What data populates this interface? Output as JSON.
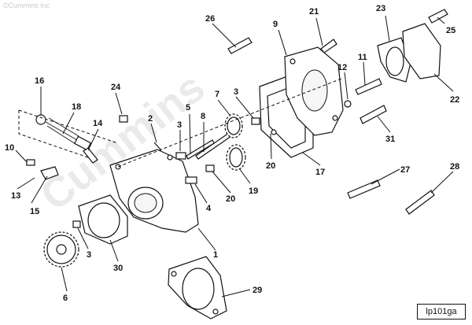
{
  "watermark": {
    "copyright": "©Cummins Inc",
    "brand": "Cummins"
  },
  "figure_id": "lp101ga",
  "callouts": [
    {
      "id": "c1",
      "label": "1"
    },
    {
      "id": "c2",
      "label": "2"
    },
    {
      "id": "c3a",
      "label": "3"
    },
    {
      "id": "c3b",
      "label": "3"
    },
    {
      "id": "c3c",
      "label": "3"
    },
    {
      "id": "c4",
      "label": "4"
    },
    {
      "id": "c5",
      "label": "5"
    },
    {
      "id": "c6",
      "label": "6"
    },
    {
      "id": "c7",
      "label": "7"
    },
    {
      "id": "c8",
      "label": "8"
    },
    {
      "id": "c9",
      "label": "9"
    },
    {
      "id": "c10",
      "label": "10"
    },
    {
      "id": "c11",
      "label": "11"
    },
    {
      "id": "c12",
      "label": "12"
    },
    {
      "id": "c13",
      "label": "13"
    },
    {
      "id": "c14",
      "label": "14"
    },
    {
      "id": "c15",
      "label": "15"
    },
    {
      "id": "c16",
      "label": "16"
    },
    {
      "id": "c17",
      "label": "17"
    },
    {
      "id": "c18",
      "label": "18"
    },
    {
      "id": "c19",
      "label": "19"
    },
    {
      "id": "c20a",
      "label": "20"
    },
    {
      "id": "c20b",
      "label": "20"
    },
    {
      "id": "c21",
      "label": "21"
    },
    {
      "id": "c22",
      "label": "22"
    },
    {
      "id": "c23",
      "label": "23"
    },
    {
      "id": "c24",
      "label": "24"
    },
    {
      "id": "c25",
      "label": "25"
    },
    {
      "id": "c26",
      "label": "26"
    },
    {
      "id": "c27",
      "label": "27"
    },
    {
      "id": "c28",
      "label": "28"
    },
    {
      "id": "c29",
      "label": "29"
    },
    {
      "id": "c30",
      "label": "30"
    },
    {
      "id": "c31",
      "label": "31"
    }
  ]
}
